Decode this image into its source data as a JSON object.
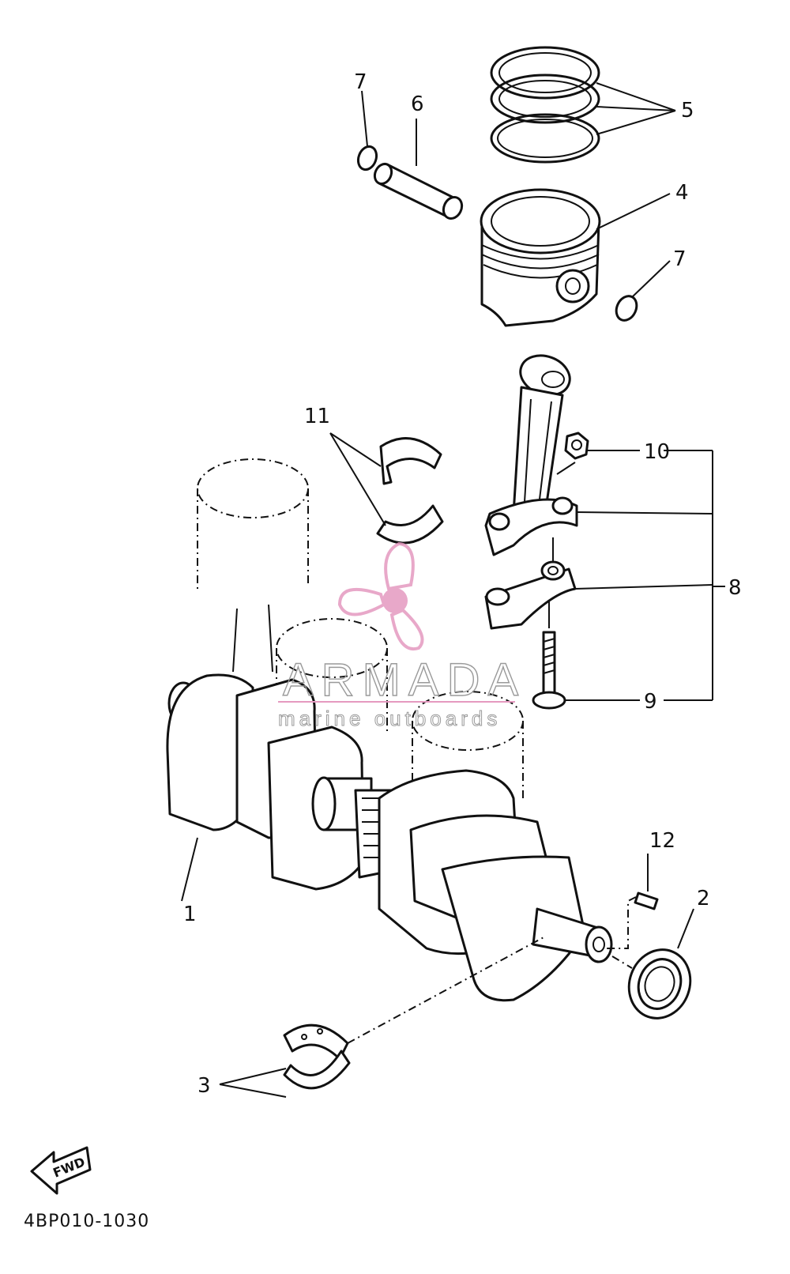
{
  "diagram": {
    "callouts": {
      "c1": "1",
      "c2": "2",
      "c3": "3",
      "c4": "4",
      "c5": "5",
      "c6": "6",
      "c7a": "7",
      "c7b": "7",
      "c8": "8",
      "c9": "9",
      "c10": "10",
      "c11": "11",
      "c12": "12"
    },
    "part_code": "4BP010-1030",
    "fwd_label": "FWD"
  },
  "watermark": {
    "brand": "ARMADA",
    "tagline": "marine outboards",
    "color_accent": "#e59ac0"
  }
}
